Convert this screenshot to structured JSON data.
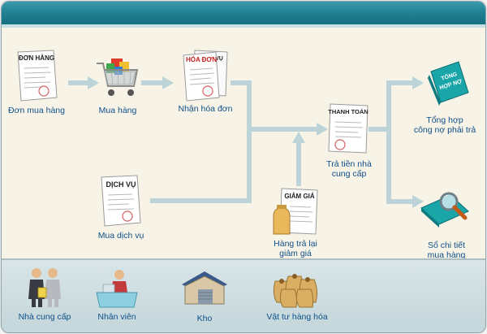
{
  "colors": {
    "header": "#1f7e90",
    "arrow": "#bcd3d8",
    "label": "#0f4f8a",
    "panel": "#f7f3e6",
    "bottom": "#cfdfe2"
  },
  "flow": {
    "purchase_order": {
      "label": "Đơn mua hàng",
      "doc_title": "ĐƠN HÀNG",
      "icon": "document-icon"
    },
    "purchase": {
      "label": "Mua hàng",
      "icon": "shopping-cart-icon"
    },
    "receive_invoice": {
      "label": "Nhận hóa đơn",
      "doc_title_front": "HÓA ĐƠN",
      "doc_title_back": "VỤ",
      "icon": "invoice-stack-icon"
    },
    "service": {
      "label": "Mua dịch vụ",
      "doc_title": "DỊCH VỤ",
      "icon": "service-document-icon"
    },
    "payment": {
      "label_line1": "Trả tiền nhà",
      "label_line2": "cung cấp",
      "doc_title": "THANH TOÁN",
      "icon": "payment-document-icon"
    },
    "returns": {
      "label_line1": "Hàng trả lại",
      "label_line2": "giảm giá",
      "doc_title": "GIẢM GIÁ",
      "icon": "discount-document-icon"
    },
    "summary": {
      "label_line1": "Tổng hợp",
      "label_line2": "công nợ phải trả",
      "book_line1": "TỔNG",
      "book_line2": "HỢP NỢ",
      "icon": "ledger-book-icon"
    },
    "detail": {
      "label_line1": "Sổ chi tiết",
      "label_line2": "mua hàng",
      "icon": "magnifier-book-icon"
    }
  },
  "categories": [
    {
      "label": "Nhà cung cấp",
      "icon": "supplier-people-icon"
    },
    {
      "label": "Nhân viên",
      "icon": "employee-desk-icon"
    },
    {
      "label": "Kho",
      "icon": "warehouse-icon"
    },
    {
      "label": "Vật tư hàng hóa",
      "icon": "goods-sacks-icon"
    }
  ]
}
